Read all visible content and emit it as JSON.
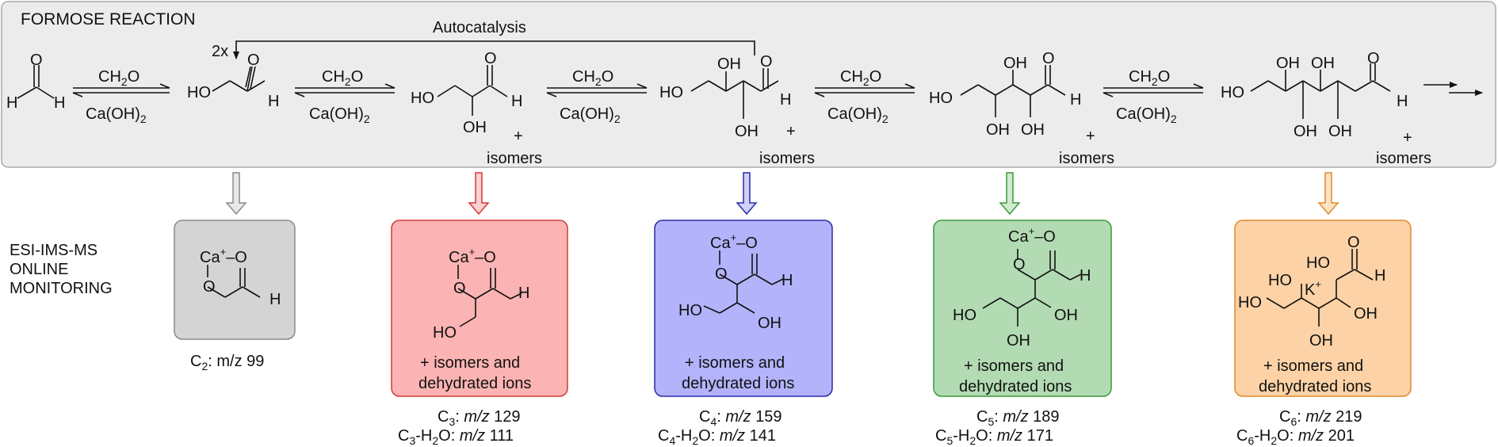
{
  "reaction_panel": {
    "title": "FORMOSE REACTION",
    "autocatalysis_label": "Autocatalysis",
    "multiplier_label": "2x",
    "reagent_top": "CH",
    "reagent_top_sub": "2",
    "reagent_top_tail": "O",
    "reagent_bottom": "Ca(OH)",
    "reagent_bottom_sub": "2",
    "plus": "+",
    "isomers_label": "isomers"
  },
  "atoms": {
    "O": "O",
    "H": "H",
    "HO": "HO",
    "OH": "OH",
    "Ca": "Ca",
    "K": "K",
    "plus_charge": "+",
    "minus_bond": "–"
  },
  "monitoring": {
    "label_lines": [
      "ESI-IMS-MS",
      "ONLINE",
      "MONITORING"
    ],
    "box_caption_line1": "+ isomers and",
    "box_caption_line2": "dehydrated ions",
    "colors": {
      "gray": {
        "fill": "#d4d4d4",
        "stroke": "#8a8a8a"
      },
      "red": {
        "fill": "#fbb3b3",
        "stroke": "#d23a3a"
      },
      "blue": {
        "fill": "#b3b3fb",
        "stroke": "#2a2aa8"
      },
      "green": {
        "fill": "#b3dbb3",
        "stroke": "#3a9a3a"
      },
      "orange": {
        "fill": "#fcd2a6",
        "stroke": "#e08a2a"
      }
    },
    "ions": [
      {
        "c": "C",
        "sub": "2",
        "sep": ":",
        "mz": "m/z",
        "value": "99"
      },
      {
        "c": "C",
        "sub": "3",
        "sep": ":",
        "mz": "m/z",
        "value": "129",
        "dehyd_value": "111"
      },
      {
        "c": "C",
        "sub": "4",
        "sep": ":",
        "mz": "m/z",
        "value": "159",
        "dehyd_value": "141"
      },
      {
        "c": "C",
        "sub": "5",
        "sep": ":",
        "mz": "m/z",
        "value": "189",
        "dehyd_value": "171"
      },
      {
        "c": "C",
        "sub": "6",
        "sep": ":",
        "mz": "m/z",
        "value": "219",
        "dehyd_value": "201"
      }
    ],
    "dehyd_suffix": "-H",
    "dehyd_suffix_sub": "2",
    "dehyd_suffix_tail": "O"
  }
}
